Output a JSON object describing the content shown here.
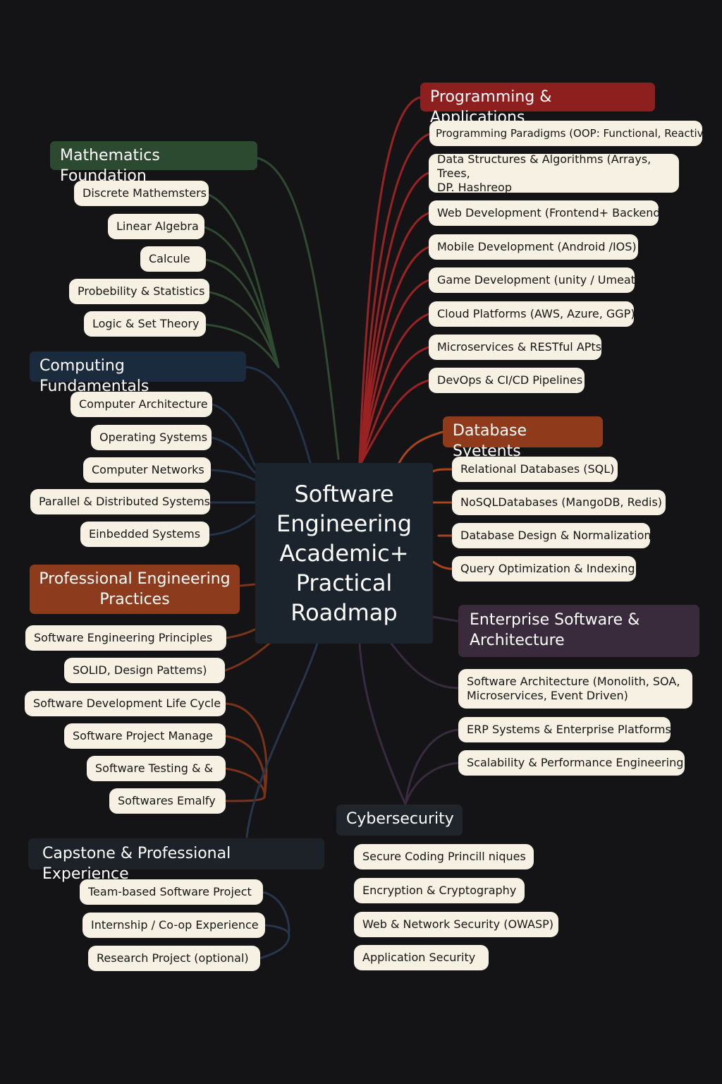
{
  "center_title": "Software Engineering Academic+ Practical Roadmap",
  "colors": {
    "background": "#141417",
    "pill": "#f7f1e3",
    "math": "#2c4a2f",
    "computing": "#1b2b3e",
    "professional": "#8d3b1d",
    "capstone": "#1d2229",
    "programming": "#8e1f1f",
    "database": "#8e3a1b",
    "enterprise": "#3a2b3c",
    "cyber": "#20242b"
  },
  "sections": {
    "math": {
      "title": "Mathematics Foundation",
      "items": [
        "Discrete Mathemsters",
        "Linear Algebra",
        "Calcule",
        "Probebility & Statistics",
        "Logic & Set Theory"
      ]
    },
    "computing": {
      "title": "Computing Fundamentals",
      "items": [
        "Computer Architecture",
        "Operating Systems",
        "Computer Networks",
        "Parallel & Distributed Systems",
        "Einbedded Systems"
      ]
    },
    "professional": {
      "title_line1": "Professional Engineering",
      "title_line2": "Practices",
      "items": [
        "Software Engineering Principles",
        "SOLID, Design Pattems)",
        "Software Development Life Cycle",
        "Software Project Manage",
        "Software Testing & &",
        "Softwares Emalfy"
      ]
    },
    "capstone": {
      "title": "Capstone & Professional Experience",
      "items": [
        "Team-based Software Project",
        "Internship / Co-op Experience",
        "Research Project (optional)"
      ]
    },
    "programming": {
      "title": "Programming & Applications",
      "items": [
        "Programming Paradigms (OOP: Functional, Reactive)",
        "Data Structures & Algorithms (Arrays, Trees,",
        "Web Development (Frontend+ Backend)",
        "Mobile Development (Android /IOS)",
        "Game Development (unity / Umeat)",
        "Cloud Platforms (AWS, Azure, GGP)",
        "Microservices & RESTful APts",
        "DevOps & CI/CD Pipelines"
      ],
      "item1_line2": "DP. Hashreop"
    },
    "database": {
      "title": "Database Syetents",
      "items": [
        "Relational Databases (SQL)",
        "NoSQLDatabases (MangoDB, Redis)",
        "Database Design & Normalization",
        "Query Optimization & Indexing"
      ]
    },
    "enterprise": {
      "title_line1": "Enterprise Software &",
      "title_line2": "Architecture",
      "items": [
        "Software Architecture (Monolith, SOA,",
        "ERP Systems & Enterprise Platforms",
        "Scalability & Performance Engineering"
      ],
      "item0_line2": "Microservices, Event Driven)"
    },
    "cyber": {
      "title": "Cybersecurity",
      "items": [
        "Secure Coding Princill niques",
        "Encryption & Cryptography",
        "Web & Network Security (OWASP)",
        "Application Security"
      ]
    }
  }
}
